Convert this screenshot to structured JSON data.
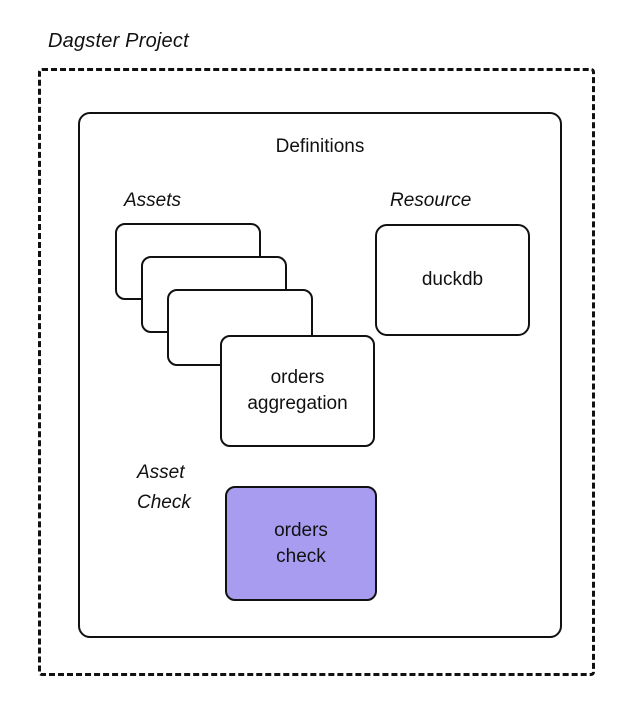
{
  "diagram": {
    "title": "Dagster Project",
    "definitions": "Definitions",
    "groups": {
      "assets": "Assets",
      "resource": "Resource",
      "asset_check_line1": "Asset",
      "asset_check_line2": "Check"
    },
    "nodes": {
      "orders_aggregation_line1": "orders",
      "orders_aggregation_line2": "aggregation",
      "duckdb": "duckdb",
      "orders_check_line1": "orders",
      "orders_check_line2": "check"
    },
    "colors": {
      "border": "#111111",
      "node_fill": "#ffffff",
      "asset_check_fill": "#a89cf1",
      "connector": "#4a4a4a"
    }
  }
}
